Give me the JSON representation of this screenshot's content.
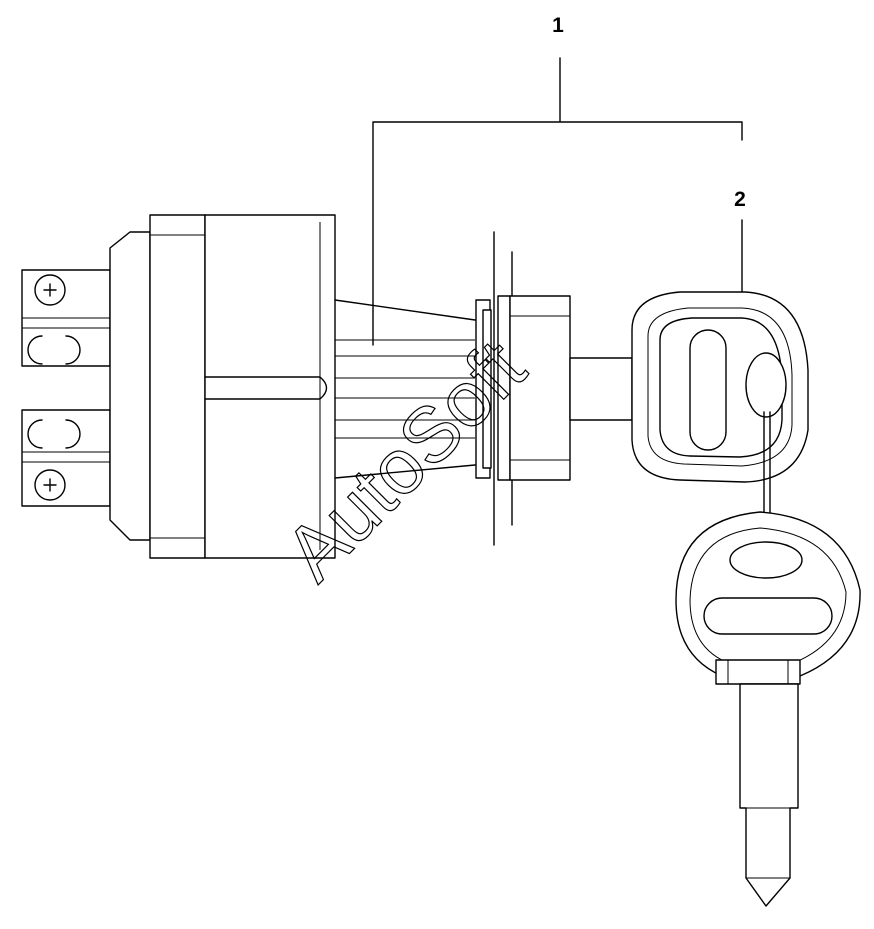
{
  "diagram": {
    "callouts": [
      {
        "id": "1",
        "label": "1"
      },
      {
        "id": "2",
        "label": "2"
      }
    ],
    "watermark": "AutoSoft"
  }
}
